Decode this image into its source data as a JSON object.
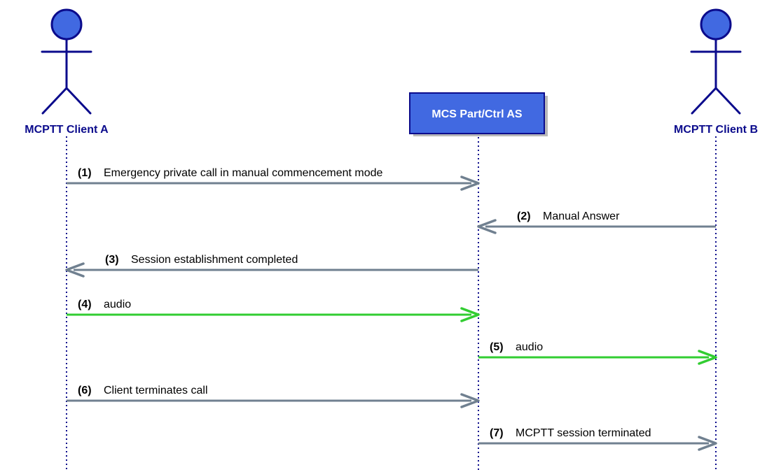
{
  "participants": [
    {
      "id": "client_a",
      "kind": "actor",
      "name": "MCPTT Client A"
    },
    {
      "id": "server",
      "kind": "box",
      "name": "MCS Part/Ctrl AS"
    },
    {
      "id": "client_b",
      "kind": "actor",
      "name": "MCPTT Client B"
    }
  ],
  "colors": {
    "actor_fill": "#4169e1",
    "actor_stroke": "#0b0b8c",
    "lifeline": "#0b0b8c",
    "signal_arrow": "#708090",
    "media_arrow": "#32cd32",
    "server_fill": "#4169e1",
    "server_text": "#ffffff"
  },
  "messages": [
    {
      "num": "(1)",
      "label": "Emergency private call in manual commencement mode",
      "from": "client_a",
      "to": "server",
      "kind": "signal"
    },
    {
      "num": "(2)",
      "label": "Manual Answer",
      "from": "client_b",
      "to": "server",
      "kind": "signal"
    },
    {
      "num": "(3)",
      "label": "Session establishment completed",
      "from": "server",
      "to": "client_a",
      "kind": "signal"
    },
    {
      "num": "(4)",
      "label": "audio",
      "from": "client_a",
      "to": "server",
      "kind": "media"
    },
    {
      "num": "(5)",
      "label": "audio",
      "from": "server",
      "to": "client_b",
      "kind": "media"
    },
    {
      "num": "(6)",
      "label": "Client terminates call",
      "from": "client_a",
      "to": "server",
      "kind": "signal"
    },
    {
      "num": "(7)",
      "label": "MCPTT session terminated",
      "from": "server",
      "to": "client_b",
      "kind": "signal"
    }
  ]
}
